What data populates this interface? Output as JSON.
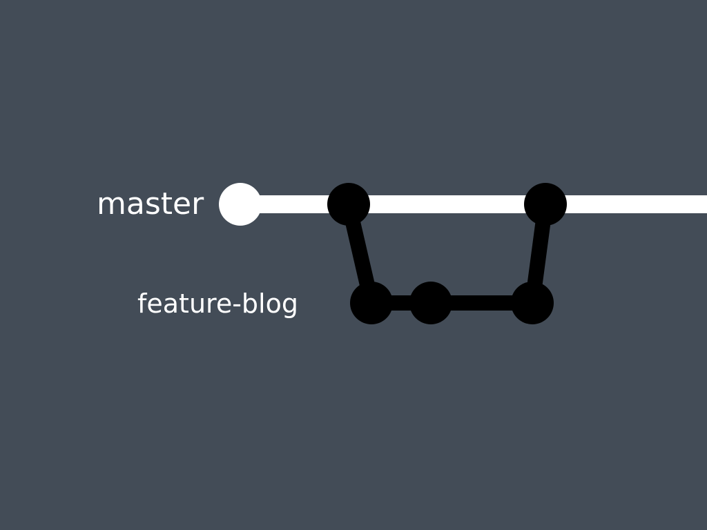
{
  "branches": {
    "master": {
      "label": "master"
    },
    "feature": {
      "label": "feature-blog"
    }
  },
  "colors": {
    "background": "#434c57",
    "master_line": "#ffffff",
    "start_commit": "#ffffff",
    "feature_commits": "#000000",
    "label_text": "#ffffff"
  },
  "graph": {
    "commits": [
      {
        "id": "m0",
        "branch": "master",
        "color": "start_commit"
      },
      {
        "id": "m1",
        "branch": "master",
        "color": "feature_commits"
      },
      {
        "id": "f1",
        "branch": "feature",
        "color": "feature_commits"
      },
      {
        "id": "f2",
        "branch": "feature",
        "color": "feature_commits"
      },
      {
        "id": "f3",
        "branch": "feature",
        "color": "feature_commits"
      },
      {
        "id": "m2",
        "branch": "master",
        "color": "feature_commits"
      }
    ],
    "edges": [
      {
        "from": "m1",
        "to": "f1"
      },
      {
        "from": "f1",
        "to": "f2"
      },
      {
        "from": "f2",
        "to": "f3"
      },
      {
        "from": "f3",
        "to": "m2"
      }
    ]
  }
}
